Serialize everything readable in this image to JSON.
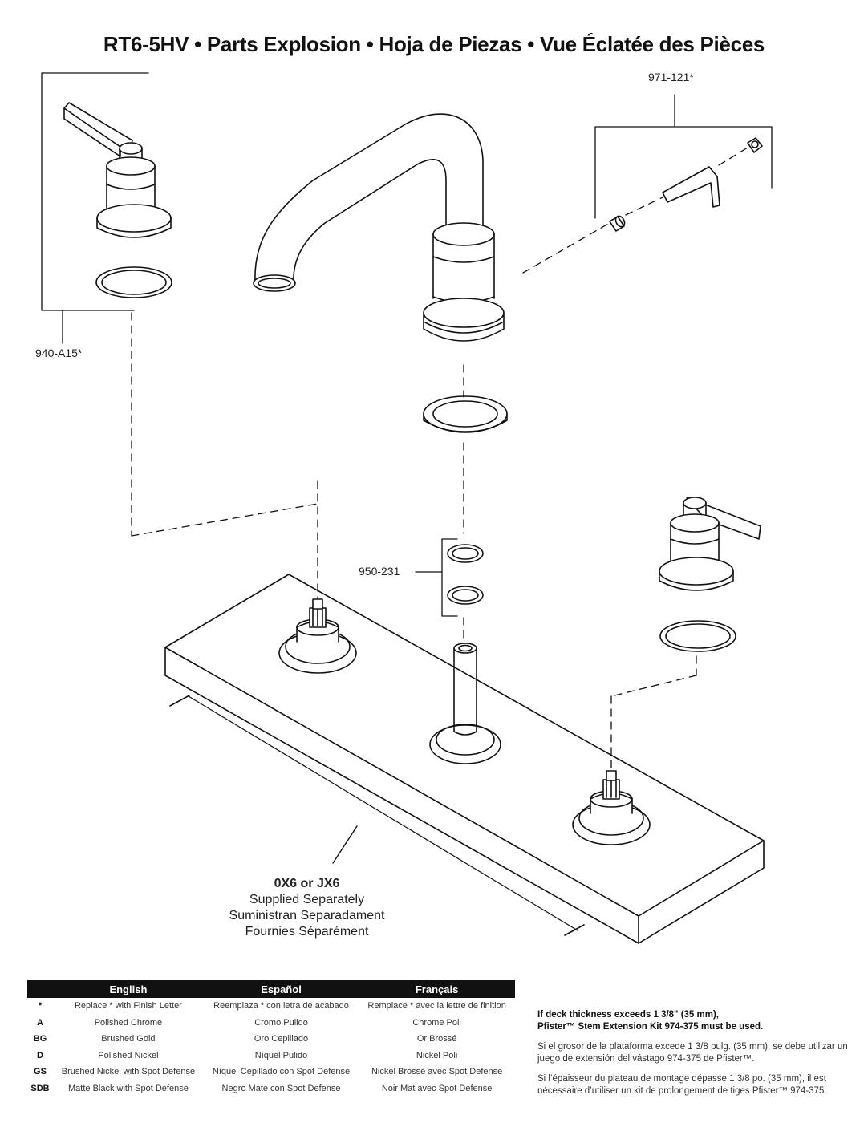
{
  "title": "RT6-5HV  •  Parts Explosion  •  Hoja de Piezas  •  Vue Éclatée des Pièces",
  "callouts": {
    "handle_kit": "940-A15*",
    "hex_kit": "971-121*",
    "orings": "950-231"
  },
  "supplied": {
    "code": "0X6 or JX6",
    "en": "Supplied Separately",
    "es": "Suministran Separadament",
    "fr": "Fournies Séparément"
  },
  "finish_table": {
    "headers": [
      "",
      "English",
      "Español",
      "Français"
    ],
    "rows": [
      [
        "*",
        "Replace * with Finish Letter",
        "Reemplaza * con letra de acabado",
        "Remplace * avec la lettre de finition"
      ],
      [
        "A",
        "Polished Chrome",
        "Cromo Pulido",
        "Chrome Poli"
      ],
      [
        "BG",
        "Brushed Gold",
        "Oro Cepillado",
        "Or Brossé"
      ],
      [
        "D",
        "Polished Nickel",
        "Níquel Pulido",
        "Nickel Poli"
      ],
      [
        "GS",
        "Brushed Nickel with Spot Defense",
        "Níquel Cepillado con Spot Defense",
        "Nickel Brossé avec Spot Defense"
      ],
      [
        "SDB",
        "Matte Black with Spot Defense",
        "Negro Mate con Spot Defense",
        "Noir Mat avec Spot Defense"
      ]
    ]
  },
  "notes": {
    "en_line1": "If deck thickness exceeds 1 3/8\" (35 mm),",
    "en_line2": "Pfister™ Stem Extension Kit 974-375 must be used.",
    "es": "Si el grosor de la plataforma excede 1 3/8 pulg. (35 mm), se debe utilizar un juego de extensión del vástago 974-375 de Pfister™.",
    "fr": "Si l’épaisseur du plateau de montage dépasse 1 3/8 po. (35 mm), il est nécessaire d’utiliser un kit de prolongement de tiges Pfister™ 974-375."
  }
}
